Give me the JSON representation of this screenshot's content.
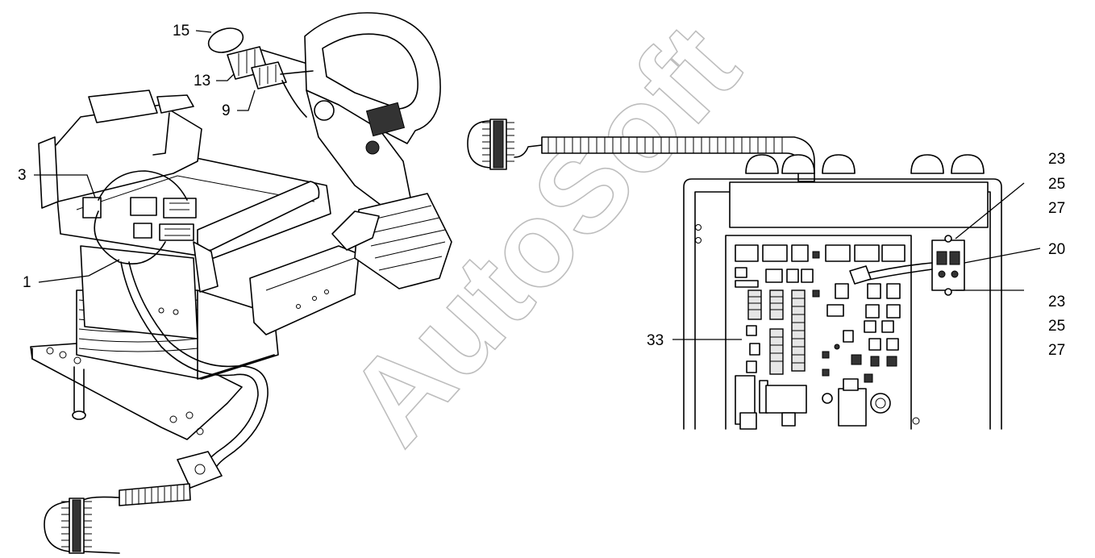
{
  "watermark": "AutoSoft",
  "callouts": {
    "c15": "15",
    "c13": "13",
    "c9": "9",
    "c3": "3",
    "c1": "1",
    "c33": "33",
    "c23a": "23",
    "c25a": "25",
    "c27a": "27",
    "c20": "20",
    "c23b": "23",
    "c25b": "25",
    "c27b": "27"
  }
}
